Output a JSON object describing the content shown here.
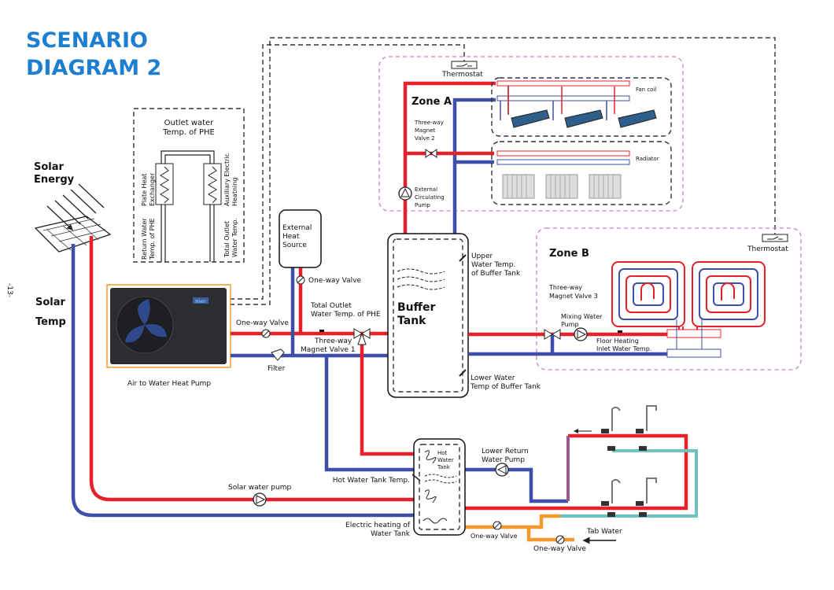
{
  "title": {
    "line1": "SCENARIO",
    "line2": "DIAGRAM 2",
    "color": "#1e7fd0"
  },
  "page_number": "-13-",
  "colors": {
    "hot": "#e8202a",
    "cold": "#3d4fa8",
    "tap": "#f39a2b",
    "return": "#6cc3c0",
    "mixed": "#9b5a8e",
    "zone_border": "#d07fc6"
  },
  "labels": {
    "solar_energy": [
      "Solar",
      "Energy"
    ],
    "solar_temp": [
      "Solar",
      "Temp"
    ],
    "phe_title": [
      "Outlet water",
      "Temp. of PHE"
    ],
    "plate_heat_exchanger": [
      "Plate Heat",
      "Exchanger"
    ],
    "return_water_temp": [
      "Return Water",
      "Temp. of PHE"
    ],
    "aux_heating": [
      "Auxiliary Electric",
      "Heatning"
    ],
    "total_outlet_temp_v": [
      "Total Outlet",
      "Water Temp."
    ],
    "heat_pump": "Air to Water Heat Pump",
    "heat_pump_brand": "Hien",
    "external_heat_source": [
      "External",
      "Heat",
      "Source"
    ],
    "one_way_valve_ext": "One-way Valve",
    "one_way_valve_hp": "One-way Valve",
    "total_outlet_phe": [
      "Total Outlet",
      "Water Temp. of PHE"
    ],
    "three_way_1": [
      "Three-way",
      "Magnet Valve 1"
    ],
    "filter": "Filter",
    "buffer_tank": [
      "Buffer",
      "Tank"
    ],
    "upper_temp": [
      "Upper",
      "Water Temp.",
      "of Buffer Tank"
    ],
    "lower_temp": [
      "Lower Water",
      "Temp of Buffer Tank"
    ],
    "thermostat_a": "Thermostat",
    "thermostat_b": "Thermostat",
    "zone_a": "Zone A",
    "zone_b": "Zone B",
    "three_way_2": [
      "Three-way",
      "Magnet",
      "Valve 2"
    ],
    "ext_pump": [
      "External",
      "Circulating",
      "Pump"
    ],
    "fan_coil": "Fan coil",
    "radiator": "Radiator",
    "three_way_3": [
      "Three-way",
      "Magnet Valve 3"
    ],
    "mixing_pump": [
      "Mixing Water",
      "Pump"
    ],
    "floor_inlet": [
      "Floor Heating",
      "Inlet Water Temp."
    ],
    "hot_water_tank": [
      "Hot",
      "Water",
      "Tank"
    ],
    "hot_water_tank_temp": "Hot Water Tank Temp.",
    "electric_heating": [
      "Electric heating of",
      "Water Tank"
    ],
    "lower_return_pump": [
      "Lower Return",
      "Water Pump"
    ],
    "solar_pump": "Solar water pump",
    "one_way_valve_tank": "One-way Valve",
    "one_way_valve_tap": "One-way Valve",
    "tab_water": "Tab Water"
  }
}
